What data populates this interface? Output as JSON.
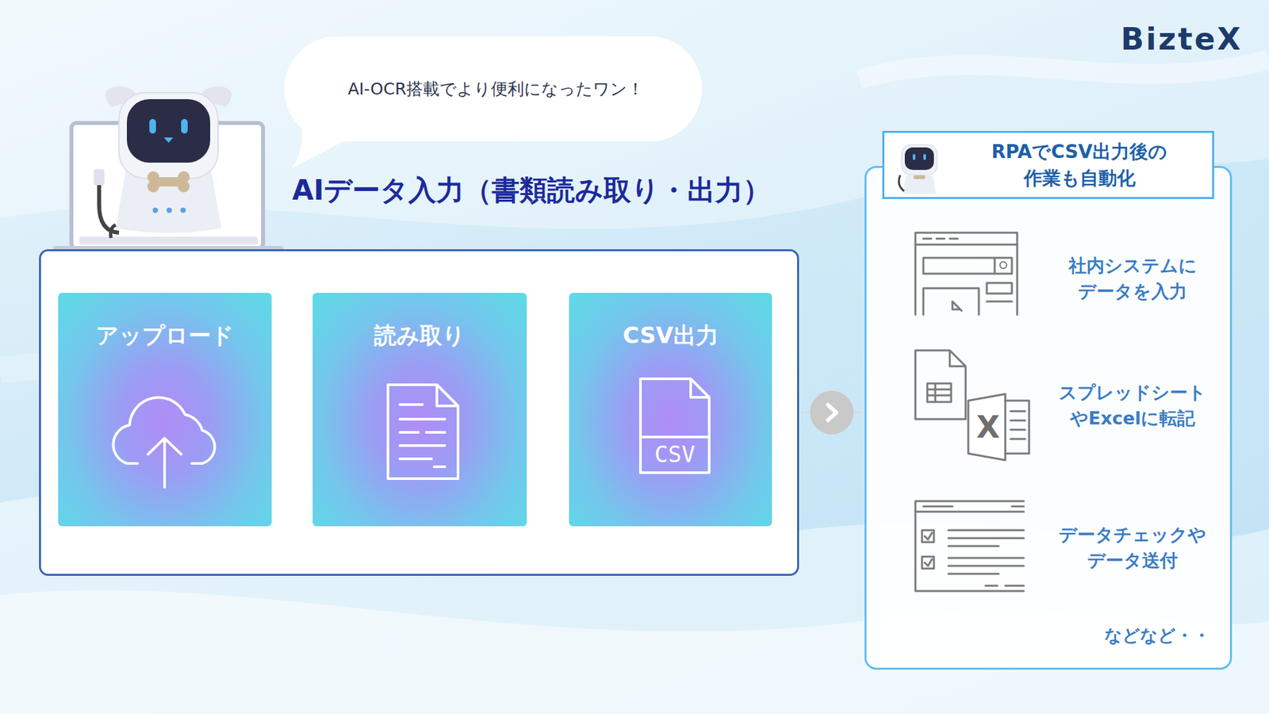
{
  "diagram": {
    "nodes": [
      {
        "text": [
          "AI-OCR搭載でより便利になったワン！"
        ]
      },
      {
        "text": [
          "AIデータ入力（書類読み取り・出力）"
        ]
      },
      {
        "text": [
          "アップロード"
        ],
        "in": 1
      },
      {
        "text": [
          "読み取り"
        ],
        "in": 1
      },
      {
        "text": [
          "CSV出力"
        ],
        "in": 1
      },
      {
        "text": [
          "社内システムに データを入力",
          "スプレッドシート やExcelに転記",
          "データチェックや データ送付",
          "などなど・・"
        ]
      },
      {
        "text": [
          "RPAでCSV出力後の 作業も自動化"
        ],
        "in": 5
      }
    ],
    "edges": [
      {
        "from": 2,
        "to": 3,
        "arrow": "to"
      },
      {
        "from": 3,
        "to": 4,
        "arrow": "to"
      },
      {
        "from": 1,
        "to": 5,
        "arrow": "to"
      }
    ],
    "labels": [
      "BizteX",
      "CSV",
      "X"
    ]
  }
}
